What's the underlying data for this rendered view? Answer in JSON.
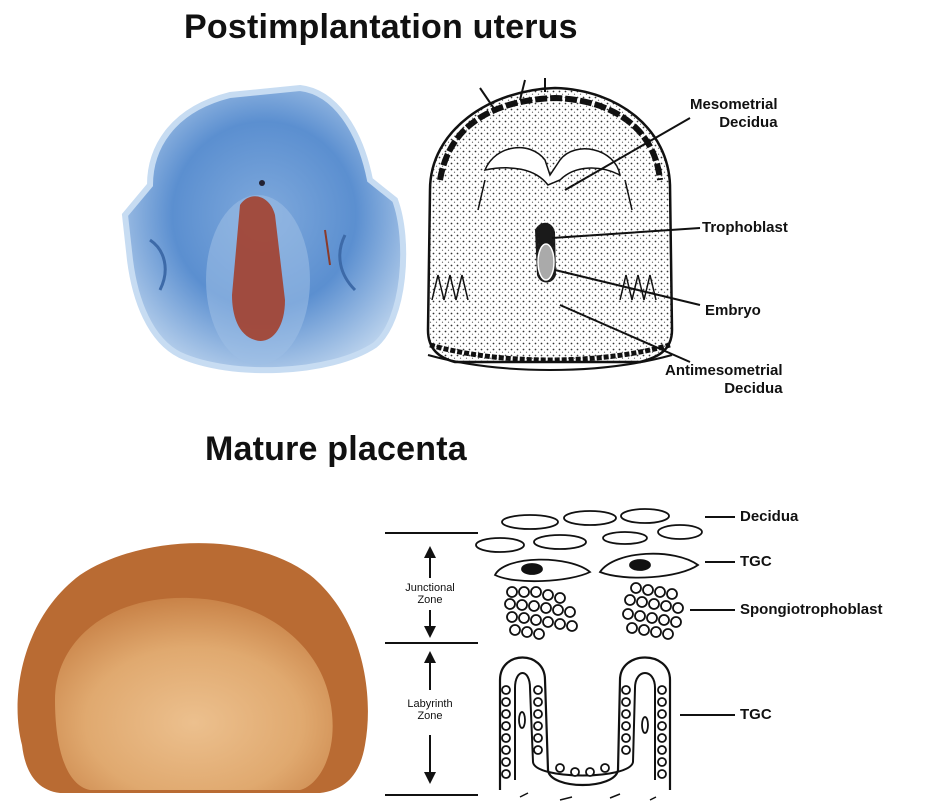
{
  "titles": {
    "postimplantation": "Postimplantation uterus",
    "mature": "Mature placenta"
  },
  "uterus_labels": {
    "mesometrial_line1": "Mesometrial",
    "mesometrial_line2": "Decidua",
    "trophoblast": "Trophoblast",
    "embryo": "Embryo",
    "antimesometrial_line1": "Antimesometrial",
    "antimesometrial_line2": "Decidua"
  },
  "placenta_labels": {
    "decidua": "Decidua",
    "tgc_top": "TGC",
    "spongiotrophoblast": "Spongiotrophoblast",
    "tgc_bottom": "TGC"
  },
  "zones": {
    "junctional_line1": "Junctional",
    "junctional_line2": "Zone",
    "labyrinth_line1": "Labyrinth",
    "labyrinth_line2": "Zone"
  },
  "colors": {
    "uterus_stain": "#5a8fd0",
    "uterus_core": "#a84030",
    "placenta_outer": "#b86a30",
    "placenta_inner": "#e3b07a"
  }
}
